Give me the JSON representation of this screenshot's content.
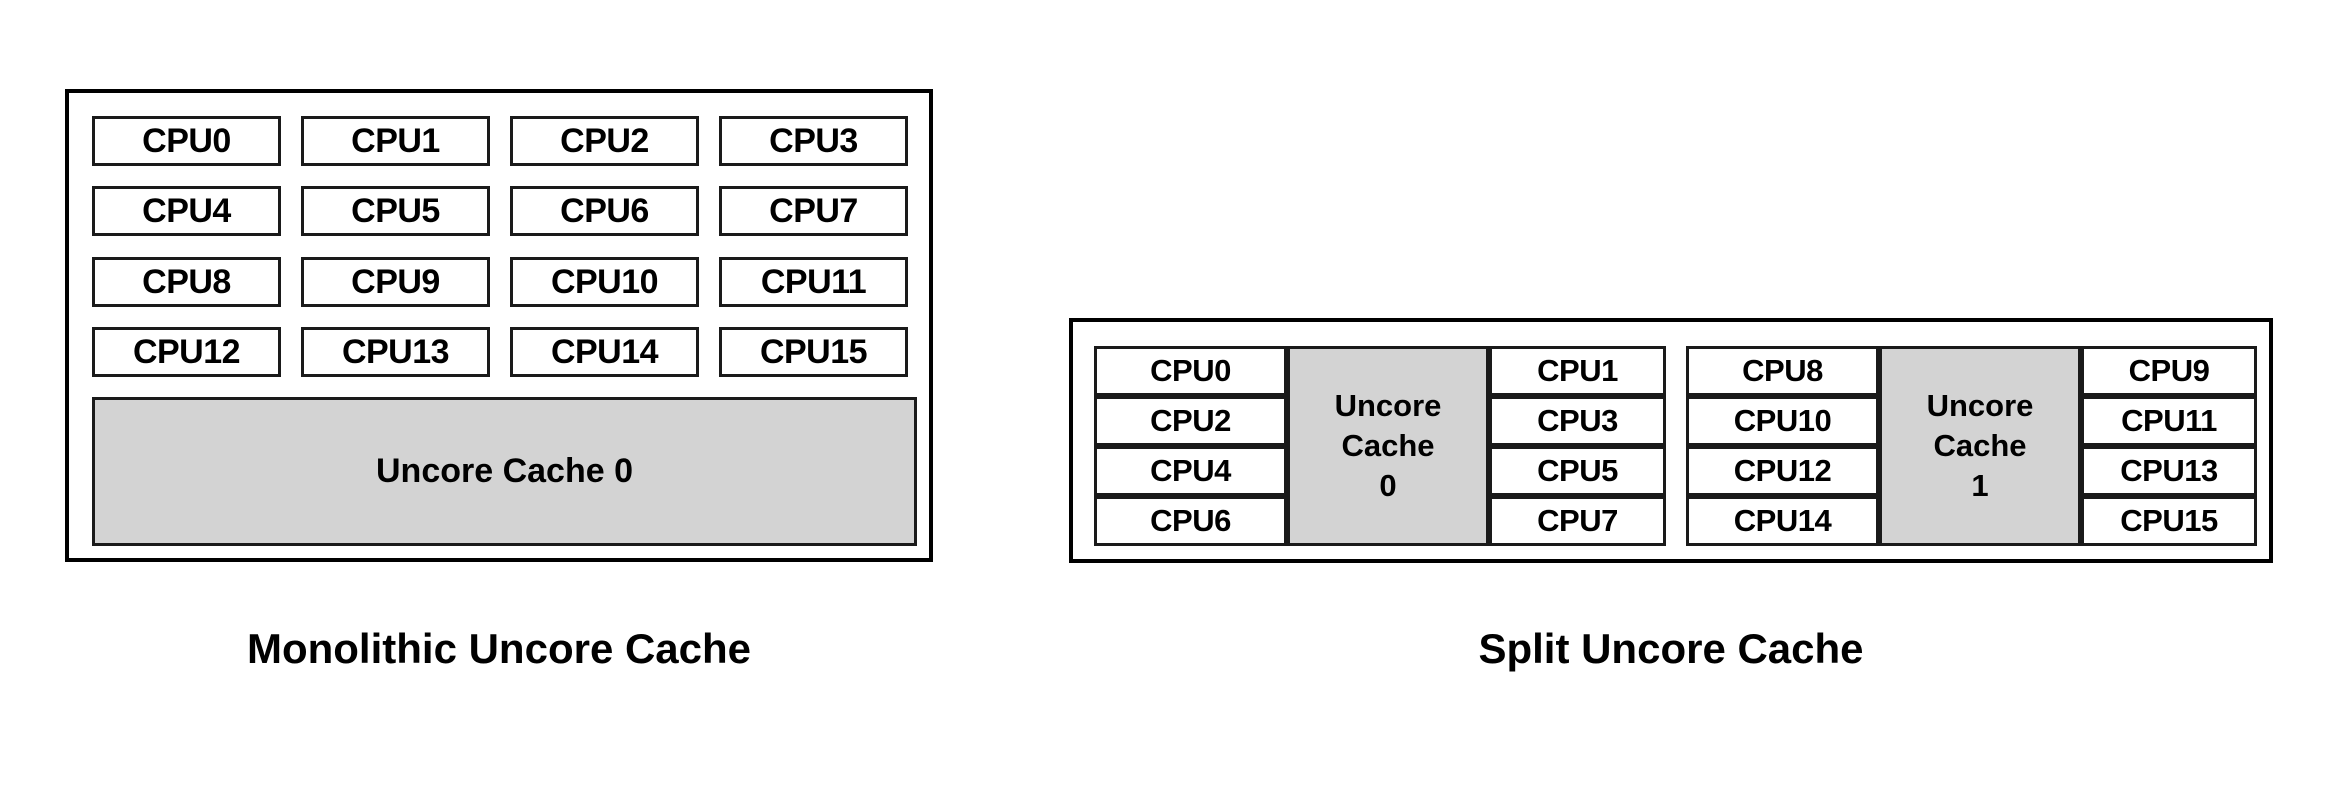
{
  "diagrams": [
    {
      "id": "monolithic",
      "caption": "Monolithic Uncore Cache",
      "layout": "grid-4x4",
      "cpus": [
        "CPU0",
        "CPU1",
        "CPU2",
        "CPU3",
        "CPU4",
        "CPU5",
        "CPU6",
        "CPU7",
        "CPU8",
        "CPU9",
        "CPU10",
        "CPU11",
        "CPU12",
        "CPU13",
        "CPU14",
        "CPU15"
      ],
      "caches": [
        {
          "label": "Uncore Cache 0"
        }
      ]
    },
    {
      "id": "split",
      "caption": "Split Uncore Cache",
      "layout": "two-clusters",
      "clusters": [
        {
          "cache": {
            "line1": "Uncore",
            "line2": "Cache",
            "line3": "0"
          },
          "cpus_left": [
            "CPU0",
            "CPU2",
            "CPU4",
            "CPU6"
          ],
          "cpus_right": [
            "CPU1",
            "CPU3",
            "CPU5",
            "CPU7"
          ]
        },
        {
          "cache": {
            "line1": "Uncore",
            "line2": "Cache",
            "line3": "1"
          },
          "cpus_left": [
            "CPU8",
            "CPU10",
            "CPU12",
            "CPU14"
          ],
          "cpus_right": [
            "CPU9",
            "CPU11",
            "CPU13",
            "CPU15"
          ]
        }
      ]
    }
  ],
  "colors": {
    "cache_fill": "#d3d3d3",
    "border": "#000000",
    "background": "#ffffff",
    "text": "#000000"
  }
}
